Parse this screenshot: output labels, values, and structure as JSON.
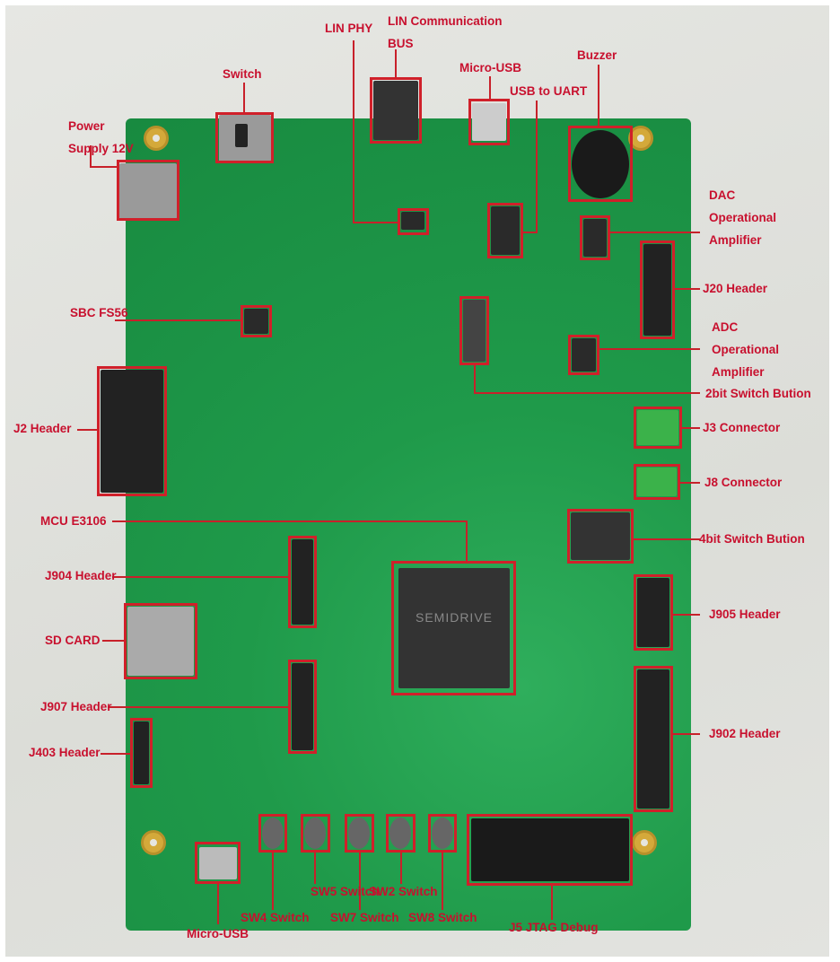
{
  "labels": {
    "power_supply": "Power Supply 12V",
    "switch": "Switch",
    "lin_phy": "LIN PHY",
    "lin_bus": "LIN Communication BUS",
    "micro_usb_top": "Micro-USB",
    "usb_uart": "USB to UART",
    "buzzer": "Buzzer",
    "dac_opamp": "DAC Operational Amplifier",
    "j20": "J20 Header",
    "sbc": "SBC FS56",
    "adc_opamp": "ADC Operational Amplifier",
    "switch2bit": "2bit Switch Bution",
    "j2": "J2 Header",
    "j3": "J3 Connector",
    "j8": "J8 Connector",
    "mcu": "MCU E3106",
    "switch4bit": "4bit Switch Bution",
    "j904": "J904 Header",
    "j905": "J905 Header",
    "sdcard": "SD CARD",
    "j907": "J907 Header",
    "j902": "J902 Header",
    "j403": "J403 Header",
    "micro_usb_bottom": "Micro-USB",
    "sw4": "SW4 Switch",
    "sw5": "SW5 Switch",
    "sw7": "SW7 Switch",
    "sw2": "SW2 Switch",
    "sw8": "SW8 Switch",
    "j5": "J5 JTAG Debug"
  },
  "chip_logo": "SEMIDRIVE",
  "colors": {
    "annotation": "#c8102e",
    "board": "#1f9a4a"
  }
}
